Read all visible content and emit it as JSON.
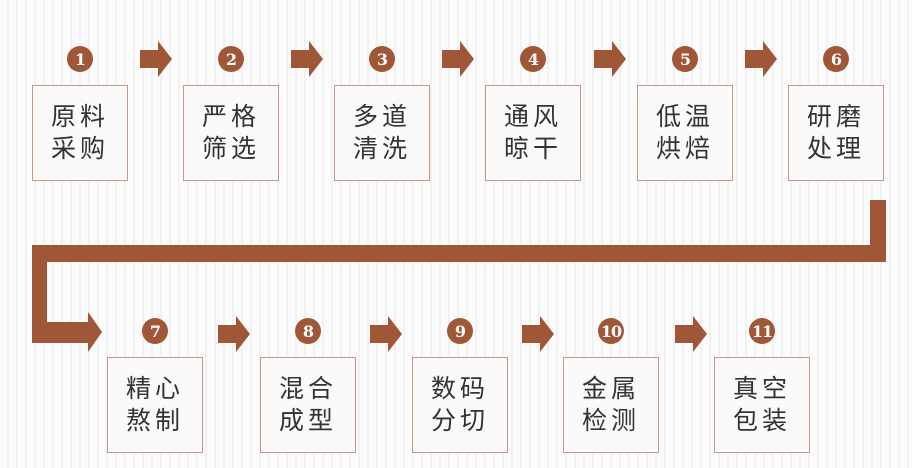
{
  "accent_color": "#9f5737",
  "steps": [
    {
      "num": "1",
      "line1": "原料",
      "line2": "采购"
    },
    {
      "num": "2",
      "line1": "严格",
      "line2": "筛选"
    },
    {
      "num": "3",
      "line1": "多道",
      "line2": "清洗"
    },
    {
      "num": "4",
      "line1": "通风",
      "line2": "晾干"
    },
    {
      "num": "5",
      "line1": "低温",
      "line2": "烘焙"
    },
    {
      "num": "6",
      "line1": "研磨",
      "line2": "处理"
    },
    {
      "num": "7",
      "line1": "精心",
      "line2": "熬制"
    },
    {
      "num": "8",
      "line1": "混合",
      "line2": "成型"
    },
    {
      "num": "9",
      "line1": "数码",
      "line2": "分切"
    },
    {
      "num": "10",
      "line1": "金属",
      "line2": "检测"
    },
    {
      "num": "11",
      "line1": "真空",
      "line2": "包装"
    }
  ]
}
